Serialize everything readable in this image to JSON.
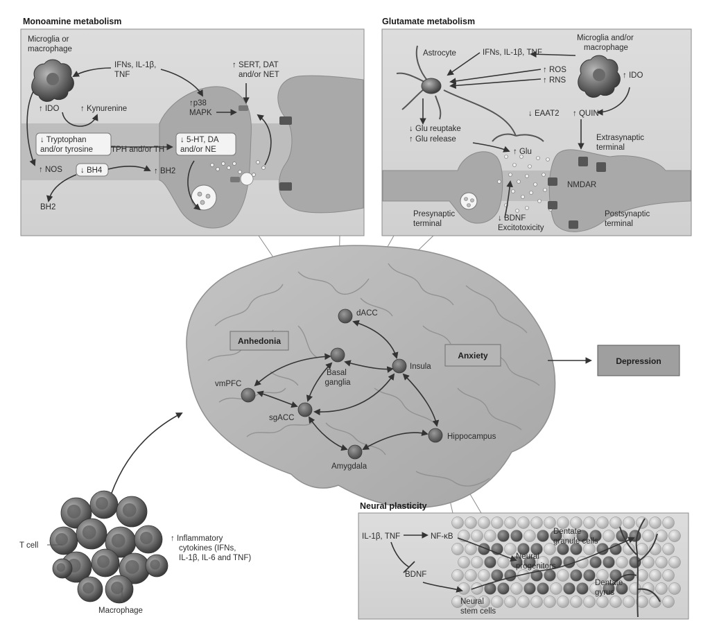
{
  "panels": {
    "monoamine": {
      "title": "Monoamine metabolism",
      "microglia": [
        "Microglia or",
        "macrophage"
      ],
      "cytokines": [
        "IFNs, IL-1β,",
        "TNF"
      ],
      "p38": [
        "↑p38",
        "MAPK"
      ],
      "transporters": [
        "↑ SERT, DAT",
        "and/or NET"
      ],
      "ido": "↑ IDO",
      "kynurenine": "↑ Kynurenine",
      "tryptophan": [
        "↓ Tryptophan",
        "and/or tyrosine"
      ],
      "tph": "TPH and/or TH",
      "amines": [
        "↓ 5-HT, DA",
        "and/or NE"
      ],
      "nos": "↑ NOS",
      "bh4": "↓ BH4",
      "bh2_up": "↑ BH2",
      "bh2": "BH2"
    },
    "glutamate": {
      "title": "Glutamate metabolism",
      "astrocyte": "Astrocyte",
      "cytokines": "IFNs, IL-1β, TNF",
      "microglia": [
        "Microglia and/or",
        "macrophage"
      ],
      "ros": "↑ ROS",
      "rns": "↑ RNS",
      "ido": "↑ IDO",
      "eaat2": "↓ EAAT2",
      "quin": "↑ QUIN",
      "reuptake": "↓ Glu reuptake",
      "release": "↑ Glu release",
      "glu": "↑ Glu",
      "extrasynaptic": [
        "Extrasynaptic",
        "terminal"
      ],
      "nmdar": "NMDAR",
      "presynaptic": [
        "Presynaptic",
        "terminal"
      ],
      "bdnf": "↓ BDNF",
      "excitotoxicity": "Excitotoxicity",
      "postsynaptic": [
        "Postsynaptic",
        "terminal"
      ]
    },
    "plasticity": {
      "title": "Neural plasticity",
      "cytokines": "IL-1β, TNF",
      "nfkb": "NF-κB",
      "bdnf": "BDNF",
      "progenitors": [
        "Neural",
        "progenitors"
      ],
      "granule": [
        "Dentate",
        "granule cells"
      ],
      "gyrus": [
        "Dentate",
        "gyrus"
      ],
      "stem": [
        "Neural",
        "stem cells"
      ]
    }
  },
  "brain": {
    "anhedonia": "Anhedonia",
    "anxiety": "Anxiety",
    "depression": "Depression",
    "regions": {
      "dacc": "dACC",
      "basal": [
        "Basal",
        "ganglia"
      ],
      "insula": "Insula",
      "vmpfc": "vmPFC",
      "sgacc": "sgACC",
      "amygdala": "Amygdala",
      "hippocampus": "Hippocampus"
    }
  },
  "immune": {
    "tcell": "T cell",
    "macrophage": "Macrophage",
    "cytokines": [
      "↑ Inflammatory",
      "cytokines (IFNs,",
      "IL-1β, IL-6 and TNF)"
    ]
  }
}
